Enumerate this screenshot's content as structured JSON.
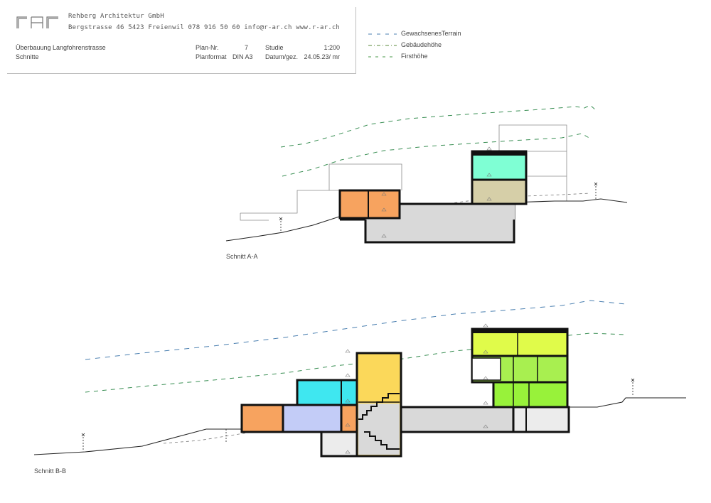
{
  "title_block": {
    "logo_text": "rar",
    "firm_name": "Rehberg Architektur GmbH",
    "address": "Bergstrasse 46   5423 Freienwil   078 916 50 60   info@r-ar.ch   www.r-ar.ch",
    "project": "Überbauung Langfohrenstrasse",
    "plan_title": "Schnitte",
    "plan_nr_label": "Plan-Nr.",
    "plan_nr_value": "7",
    "status_label": "Studie",
    "scale": "1:200",
    "format_label": "Planformat",
    "format_value": "DIN A3",
    "date_label": "Datum/gez.",
    "date_value": "24.05.23/ mr"
  },
  "legend": [
    {
      "label": "GewachsenesTerrain",
      "color": "#4a7fb0"
    },
    {
      "label": "Gebäudehöhe",
      "color": "#5a8a3a"
    },
    {
      "label": "Firsthöhe",
      "color": "#4a9a4a"
    }
  ],
  "sections": [
    {
      "label": "Schnitt A-A"
    },
    {
      "label": "Schnitt B-B"
    }
  ],
  "room_colors": {
    "orange": "#f7a35f",
    "cyan": "#7fffd4",
    "khaki": "#d6cfa8",
    "grey": "#d9d9d9",
    "light_grey": "#ececec",
    "blue": "#c3ccf7",
    "turquoise": "#3fe7f0",
    "yellow": "#fbd85a",
    "lime": "#e0fb4a",
    "green": "#a8ef50",
    "bright_green": "#98f23a"
  }
}
